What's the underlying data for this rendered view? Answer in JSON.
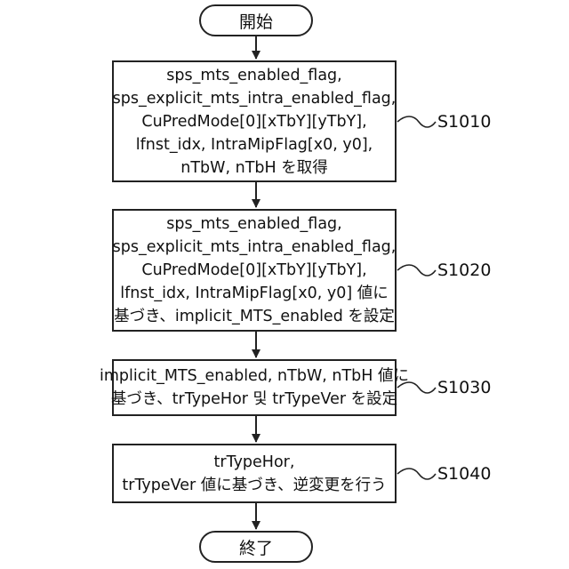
{
  "start": {
    "label": "開始"
  },
  "end": {
    "label": "終了"
  },
  "steps": [
    {
      "id": "S1010",
      "lines": [
        "sps_mts_enabled_flag,",
        "sps_explicit_mts_intra_enabled_flag,",
        "CuPredMode[0][xTbY][yTbY],",
        "lfnst_idx, IntraMipFlag[x0, y0],",
        "nTbW, nTbH を取得"
      ]
    },
    {
      "id": "S1020",
      "lines": [
        "sps_mts_enabled_flag,",
        "sps_explicit_mts_intra_enabled_flag,",
        "CuPredMode[0][xTbY][yTbY],",
        "lfnst_idx, IntraMipFlag[x0, y0] 値に",
        "基づき、implicit_MTS_enabled を設定"
      ]
    },
    {
      "id": "S1030",
      "lines": [
        "implicit_MTS_enabled, nTbW, nTbH 値に",
        "基づき、trTypeHor 및 trTypeVer を設定"
      ]
    },
    {
      "id": "S1040",
      "lines": [
        "trTypeHor,",
        "trTypeVer 値に基づき、逆変更を行う"
      ]
    }
  ]
}
